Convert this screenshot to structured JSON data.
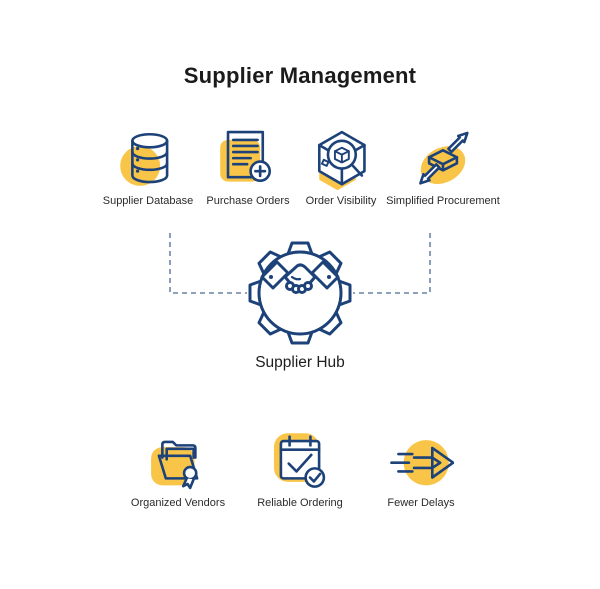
{
  "title": "Supplier Management",
  "colors": {
    "accent_yellow": "#F8C548",
    "icon_navy": "#1C4279",
    "connector_blue": "#4C6A94",
    "title_text": "#1B1B1B",
    "label_text": "#2B2B2B",
    "background": "#FFFFFF"
  },
  "hub": {
    "label": "Supplier Hub",
    "icon": "handshake-gear-icon"
  },
  "top_features": [
    {
      "label": "Supplier Database",
      "icon": "database-icon"
    },
    {
      "label": "Purchase Orders",
      "icon": "document-plus-icon"
    },
    {
      "label": "Order Visibility",
      "icon": "cube-magnifier-icon"
    },
    {
      "label": "Simplified Procurement",
      "icon": "box-transfer-arrows-icon"
    }
  ],
  "bottom_features": [
    {
      "label": "Organized Vendors",
      "icon": "folder-badge-icon"
    },
    {
      "label": "Reliable Ordering",
      "icon": "calendar-check-icon"
    },
    {
      "label": "Fewer Delays",
      "icon": "speed-arrow-icon"
    }
  ]
}
